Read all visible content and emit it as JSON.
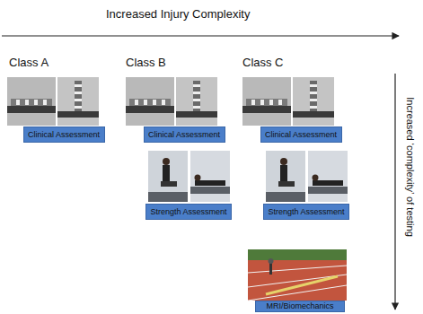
{
  "diagram": {
    "nodes": [
      {
        "text": [
          "Clinical Assessment"
        ]
      },
      {
        "text": [
          "Clinical Assessment"
        ]
      },
      {
        "text": [
          "Clinical Assessment"
        ]
      },
      {
        "text": [
          "Strength Assessment"
        ]
      },
      {
        "text": [
          "Strength Assessment"
        ]
      },
      {
        "text": [
          "MRI/Biomechanics"
        ]
      }
    ],
    "labels": [
      "Increased Injury Complexity",
      "Class A",
      "Class B",
      "Class C",
      "Increased ‘complexity’ of testing"
    ]
  }
}
